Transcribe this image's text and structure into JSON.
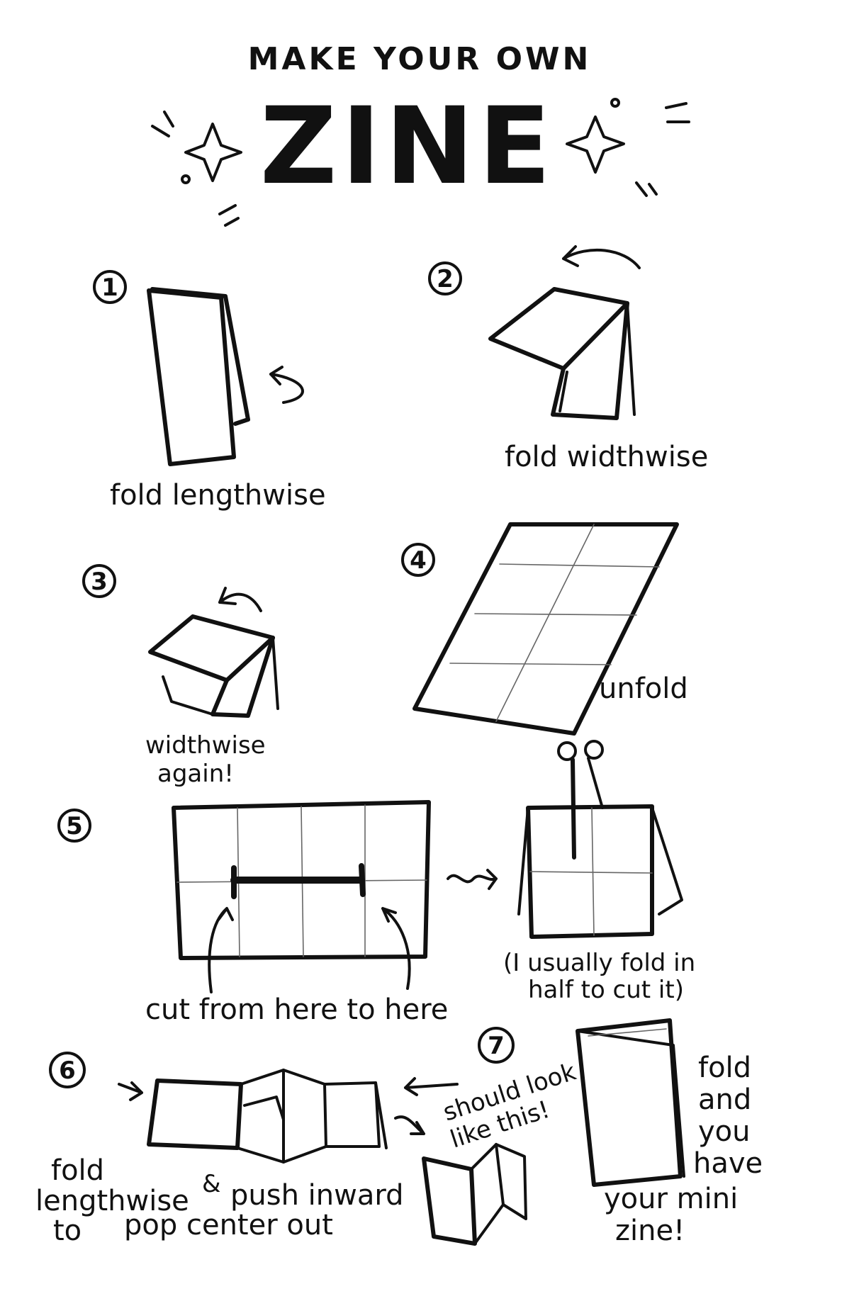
{
  "title": {
    "line1": "MAKE YOUR OWN",
    "line2": "ZINE"
  },
  "steps": [
    {
      "num": "1",
      "caption": "fold lengthwise"
    },
    {
      "num": "2",
      "caption": "fold widthwise"
    },
    {
      "num": "3",
      "caption_line1": "widthwise",
      "caption_line2": "again!"
    },
    {
      "num": "4",
      "caption": "unfold"
    },
    {
      "num": "5",
      "caption": "cut from here to here",
      "note_line1": "(I usually fold in",
      "note_line2": "half to cut it)"
    },
    {
      "num": "6",
      "caption_line1": "fold",
      "caption_line2": "lengthwise",
      "caption_line3": "to",
      "caption_line3b": "pop center out",
      "caption_amp": "&",
      "caption_push": "push inward"
    },
    {
      "num": "7",
      "note_line1": "should look",
      "note_line2": "like this!",
      "caption_line1": "fold",
      "caption_line2": "and",
      "caption_line3": "you",
      "caption_line4": "have",
      "caption_line5": "your mini",
      "caption_line6": "zine!"
    }
  ]
}
